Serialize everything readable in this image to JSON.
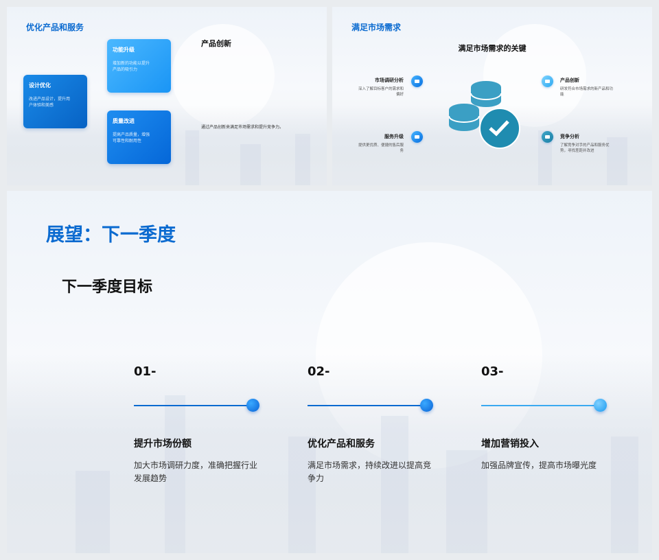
{
  "slide1": {
    "title": "优化产品和服务",
    "heading": "产品创新",
    "text": "通过产品创新来满足市场需求和提升竞争力。",
    "cards": [
      {
        "title": "设计优化",
        "desc": "改进产品设计，提升用户体验和美感"
      },
      {
        "title": "功能升级",
        "desc": "增加新的功能以提升产品的吸引力"
      },
      {
        "title": "质量改进",
        "desc": "提高产品质量，增强可靠性和耐用性"
      }
    ]
  },
  "slide2": {
    "title": "满足市场需求",
    "heading": "满足市场需求的关键",
    "items": [
      {
        "title": "市场调研分析",
        "desc": "深入了解目标客户的需求和偏好"
      },
      {
        "title": "服务升级",
        "desc": "提供更优质、便捷的售后服务"
      },
      {
        "title": "产品创新",
        "desc": "研发符合市场需求的新产品和功能"
      },
      {
        "title": "竞争分析",
        "desc": "了解竞争对手的产品和服务优势，寻找差距并改进"
      }
    ]
  },
  "slide3": {
    "title": "展望：下一季度",
    "subtitle": "下一季度目标",
    "goals": [
      {
        "num": "01-",
        "title": "提升市场份额",
        "desc": "加大市场调研力度，准确把握行业发展趋势"
      },
      {
        "num": "02-",
        "title": "优化产品和服务",
        "desc": "满足市场需求，持续改进以提高竞争力"
      },
      {
        "num": "03-",
        "title": "增加营销投入",
        "desc": "加强品牌宣传，提高市场曝光度"
      }
    ]
  },
  "colors": {
    "accent": "#0a6ad0",
    "icon": "#2b8fb3"
  }
}
